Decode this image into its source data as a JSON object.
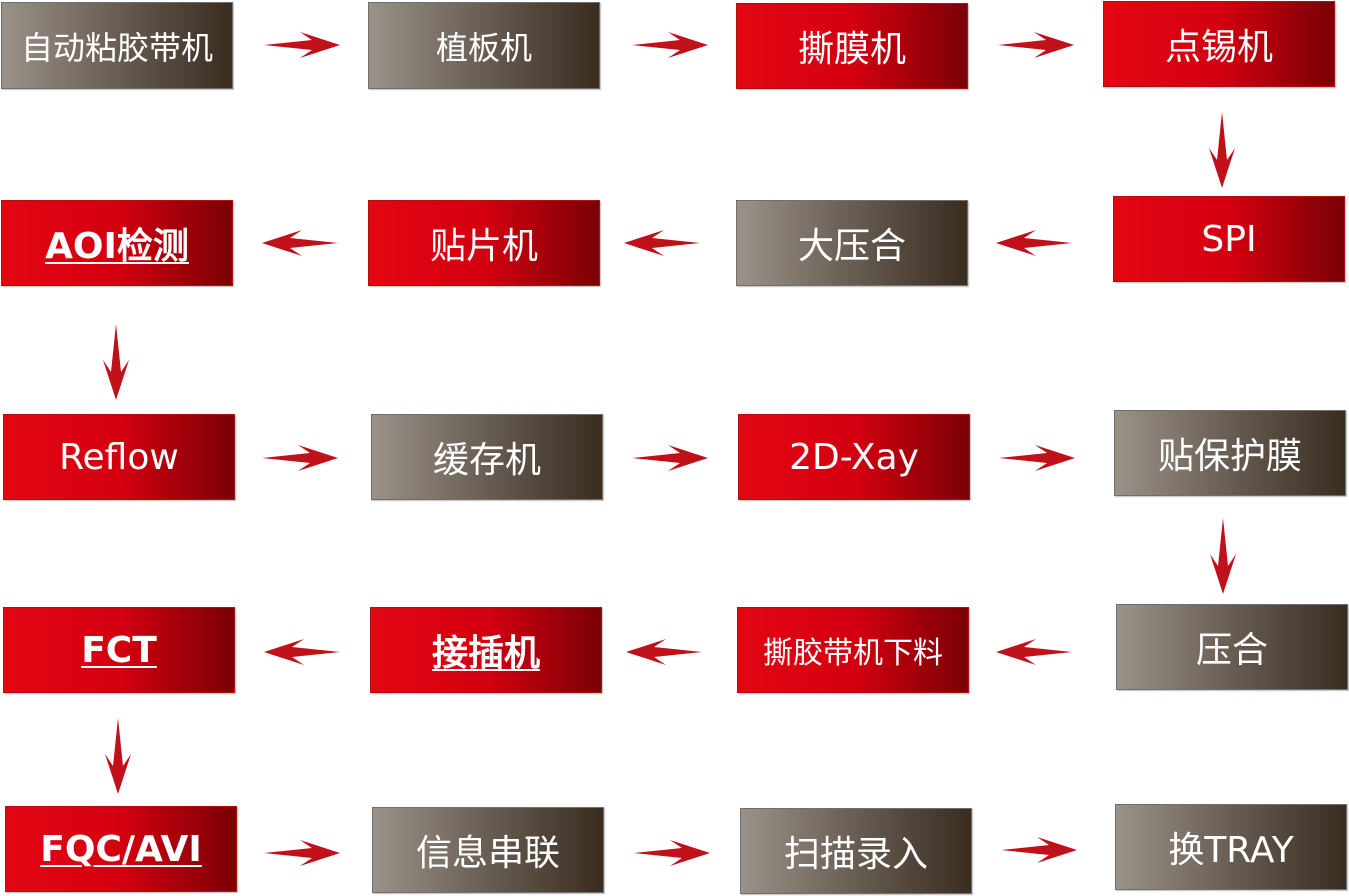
{
  "nodes": [
    {
      "id": "n1",
      "label": "自动粘胶带机",
      "style": "gray"
    },
    {
      "id": "n2",
      "label": "植板机",
      "style": "gray"
    },
    {
      "id": "n3",
      "label": "撕膜机",
      "style": "red"
    },
    {
      "id": "n4",
      "label": "点锡机",
      "style": "red"
    },
    {
      "id": "n5",
      "label": "SPI",
      "style": "red"
    },
    {
      "id": "n6",
      "label": "大压合",
      "style": "gray"
    },
    {
      "id": "n7",
      "label": "贴片机",
      "style": "red"
    },
    {
      "id": "n8",
      "label": "AOI检测",
      "style": "red",
      "emphasis": "bold-underline"
    },
    {
      "id": "n9",
      "label": "Reflow",
      "style": "red"
    },
    {
      "id": "n10",
      "label": "缓存机",
      "style": "gray"
    },
    {
      "id": "n11",
      "label": "2D-Xay",
      "style": "red"
    },
    {
      "id": "n12",
      "label": "贴保护膜",
      "style": "gray"
    },
    {
      "id": "n13",
      "label": "压合",
      "style": "gray"
    },
    {
      "id": "n14",
      "label": "撕胶带机下料",
      "style": "red"
    },
    {
      "id": "n15",
      "label": "接插机",
      "style": "red",
      "emphasis": "bold-underline"
    },
    {
      "id": "n16",
      "label": "FCT",
      "style": "red",
      "emphasis": "bold-underline"
    },
    {
      "id": "n17",
      "label": "FQC/AVI",
      "style": "red",
      "emphasis": "bold-underline"
    },
    {
      "id": "n18",
      "label": "信息串联",
      "style": "gray"
    },
    {
      "id": "n19",
      "label": "扫描录入",
      "style": "gray"
    },
    {
      "id": "n20",
      "label": "换TRAY",
      "style": "gray"
    }
  ],
  "edges": [
    [
      "n1",
      "n2"
    ],
    [
      "n2",
      "n3"
    ],
    [
      "n3",
      "n4"
    ],
    [
      "n4",
      "n5"
    ],
    [
      "n5",
      "n6"
    ],
    [
      "n6",
      "n7"
    ],
    [
      "n7",
      "n8"
    ],
    [
      "n8",
      "n9"
    ],
    [
      "n9",
      "n10"
    ],
    [
      "n10",
      "n11"
    ],
    [
      "n11",
      "n12"
    ],
    [
      "n12",
      "n13"
    ],
    [
      "n13",
      "n14"
    ],
    [
      "n14",
      "n15"
    ],
    [
      "n15",
      "n16"
    ],
    [
      "n16",
      "n17"
    ],
    [
      "n17",
      "n18"
    ],
    [
      "n18",
      "n19"
    ],
    [
      "n19",
      "n20"
    ]
  ],
  "colors": {
    "red_box": "#e30613",
    "gray_box": "#6c6258",
    "arrow": "#c0101a",
    "text": "#ffffff"
  }
}
